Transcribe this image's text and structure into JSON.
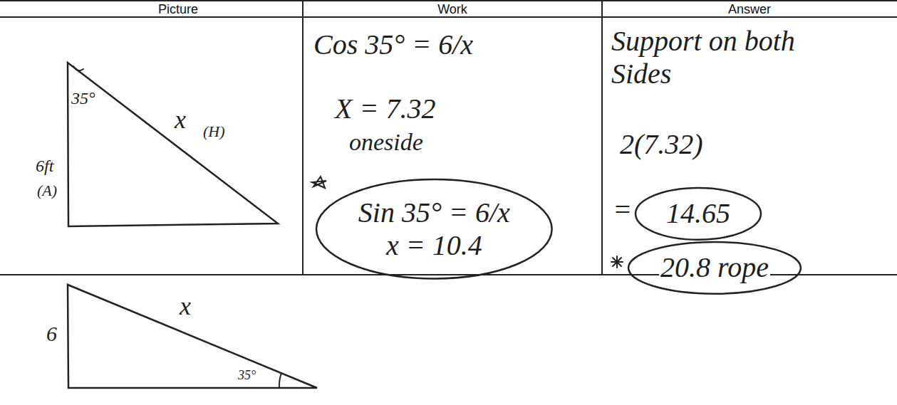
{
  "diagram": {
    "nodes": [
      {
        "text": [
          "Sin 35° = 6/x",
          "x = 10.4"
        ]
      },
      {
        "text": [
          "14.65"
        ]
      },
      {
        "text": [
          "20.8 rope"
        ]
      }
    ],
    "labels": [
      "Picture",
      "Work",
      "Answer",
      "35°",
      "x",
      "(H)",
      "6ft",
      "(A)",
      "6",
      "x",
      "35°",
      "Cos 35° = 6/x",
      "X = 7.32",
      "oneside",
      "Support on both Sides",
      "2(7.32)",
      "="
    ]
  }
}
